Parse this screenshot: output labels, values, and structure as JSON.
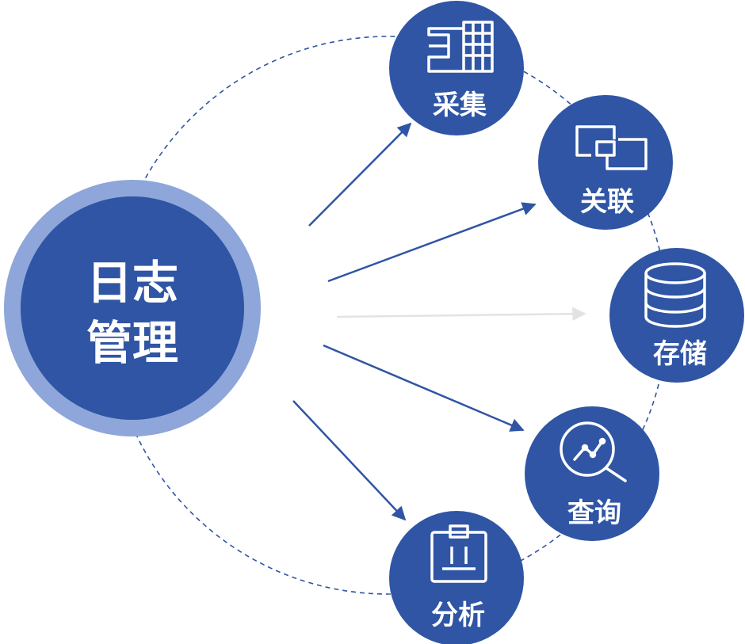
{
  "center": {
    "title_line1": "日志",
    "title_line2": "管理"
  },
  "nodes": [
    {
      "key": "collect",
      "label": "采集",
      "icon": "building-icon"
    },
    {
      "key": "correlate",
      "label": "关联",
      "icon": "link-squares-icon"
    },
    {
      "key": "store",
      "label": "存储",
      "icon": "database-icon"
    },
    {
      "key": "query",
      "label": "查询",
      "icon": "search-trend-icon"
    },
    {
      "key": "analyze",
      "label": "分析",
      "icon": "clipboard-icon"
    }
  ],
  "colors": {
    "node_fill": "#2f55a4",
    "center_ring": "#8ea6d9",
    "center_fill": "#2f55a4",
    "arrow": "#2f55a4",
    "arrow_faint": "#e3e3e3",
    "dashed_orbit": "#2f55a4",
    "text": "#ffffff"
  }
}
